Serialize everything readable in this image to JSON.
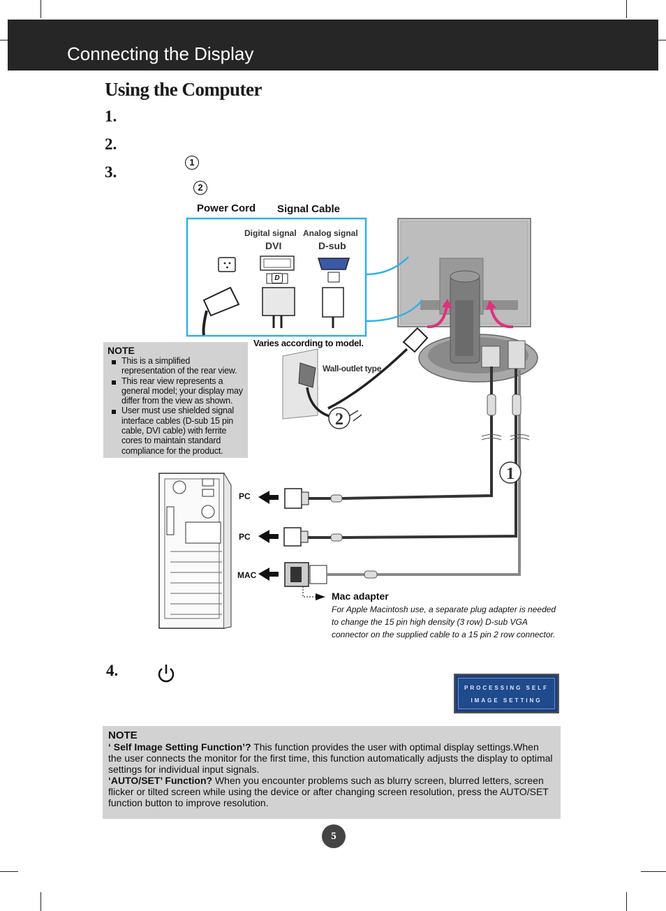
{
  "header": {
    "title": "Connecting the Display"
  },
  "section": {
    "title": "Using the Computer"
  },
  "steps": [
    {
      "num": "1."
    },
    {
      "num": "2."
    },
    {
      "num": "3."
    },
    {
      "num": "4."
    }
  ],
  "markers": {
    "one": "1",
    "two": "2"
  },
  "cables": {
    "power_cord": "Power Cord",
    "signal_cable": "Signal Cable"
  },
  "connectors": {
    "digital_signal": "Digital signal",
    "analog_signal": "Analog signal",
    "dvi": "DVI",
    "dsub": "D-sub",
    "dvi_d": "D"
  },
  "varies": "Varies according to model.",
  "wall_outlet": "Wall-outlet type",
  "note1": {
    "title": "NOTE",
    "items": [
      "This is a simplified representation of the rear view.",
      "This rear view represents a general model; your display may differ from the view as shown.",
      "User must use shielded signal interface cables (D-sub 15 pin cable, DVI cable) with ferrite cores to maintain standard compliance for the product."
    ]
  },
  "pc_labels": {
    "pc1": "PC",
    "pc2": "PC",
    "mac": "MAC"
  },
  "mac_adapter": {
    "title": "Mac adapter",
    "text": "For Apple Macintosh use, a  separate plug adapter is needed to change the 15 pin high density (3 row) D-sub VGA connector on the supplied cable to a 15 pin  2 row connector."
  },
  "osd": {
    "line1": "PROCESSING SELF",
    "line2": "IMAGE SETTING"
  },
  "note2": {
    "title": "NOTE",
    "q1_label": "‘ Self Image Setting Function’?",
    "q1_text": " This function provides the user with optimal display settings.When the user connects the monitor for the first time, this function automatically adjusts the display to optimal settings for individual input signals.",
    "q2_label": "‘AUTO/SET’ Function?",
    "q2_text": " When you encounter problems such as blurry screen, blurred letters, screen flicker or tilted screen while using the device or after changing screen resolution, press the AUTO/SET function button to improve resolution."
  },
  "page_number": "5",
  "icons": [
    "power-icon",
    "arrow-left-icon",
    "dotted-arrow-icon"
  ]
}
